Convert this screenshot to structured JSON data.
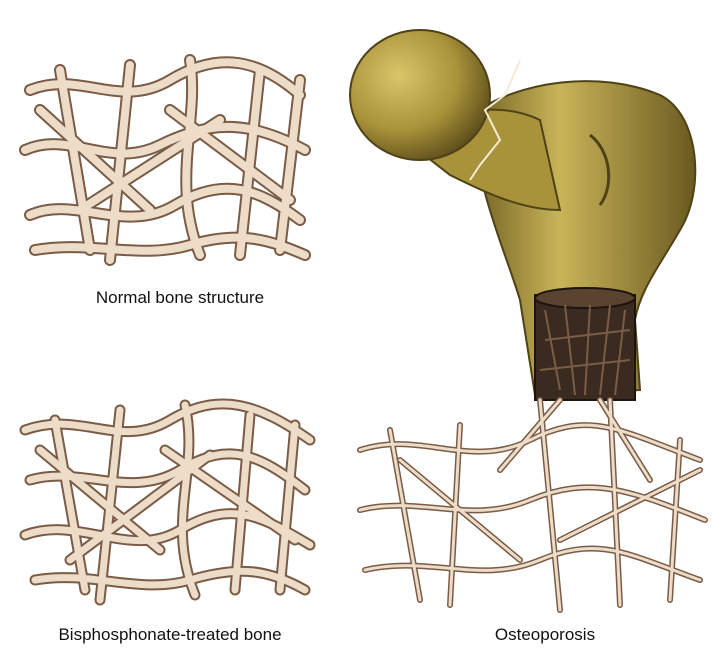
{
  "captions": {
    "normal": "Normal bone structure",
    "bisphosphonate": "Bisphosphonate-treated bone",
    "osteoporosis": "Osteoporosis"
  },
  "colors": {
    "bone_fill": "#eadbc8",
    "bone_shadow": "#8a6a52",
    "femur_fill": "#b8a24a",
    "femur_dark": "#6d5d22",
    "marrow": "#3a2a20",
    "text": "#111111"
  }
}
